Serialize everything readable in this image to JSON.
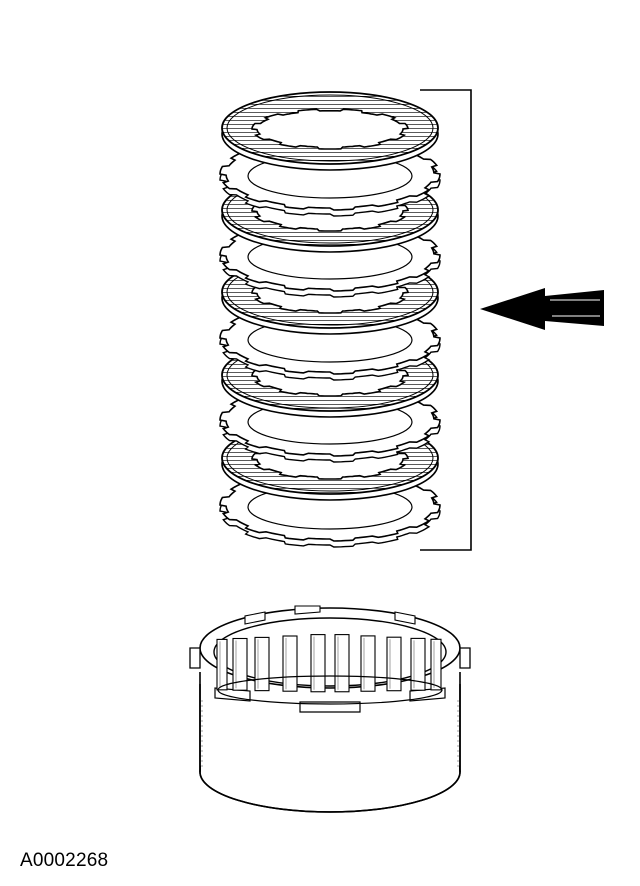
{
  "figure": {
    "id_label": "A0002268"
  },
  "diagram": {
    "stack": {
      "friction_discs": 5,
      "steel_plates": 5
    },
    "bracket": "stack-bracket",
    "arrow": "left-arrow-icon",
    "drum": "clutch-drum"
  },
  "colors": {
    "ink": "#000000",
    "paper": "#ffffff",
    "facing": "#cfcfcf"
  }
}
